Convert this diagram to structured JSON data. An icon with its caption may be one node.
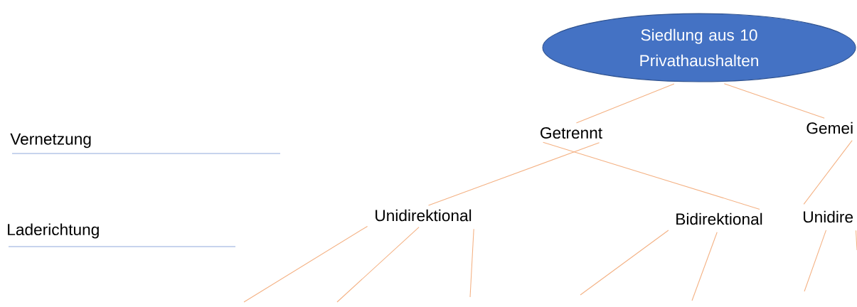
{
  "diagram": {
    "nodes": [
      {
        "text": [
          "Siedlung aus 10 Privathaushalten"
        ]
      },
      {
        "text": [
          "Getrennt"
        ]
      },
      {
        "text": [
          "Gemei"
        ]
      },
      {
        "text": [
          "Unidirektional"
        ]
      },
      {
        "text": [
          "Bidirektional"
        ]
      },
      {
        "text": [
          "Unidire"
        ]
      }
    ],
    "edges": [
      {
        "from": 0,
        "to": 1,
        "arrow": "none"
      },
      {
        "from": 0,
        "to": 2,
        "arrow": "none"
      },
      {
        "from": 1,
        "to": 3,
        "arrow": "none"
      },
      {
        "from": 1,
        "to": 4,
        "arrow": "none"
      },
      {
        "from": 2,
        "to": 5,
        "arrow": "none"
      },
      {
        "from": 3,
        "to": null,
        "arrow": "none"
      },
      {
        "from": 3,
        "to": null,
        "arrow": "none"
      },
      {
        "from": 3,
        "to": null,
        "arrow": "none"
      },
      {
        "from": 4,
        "to": null,
        "arrow": "none"
      },
      {
        "from": 4,
        "to": null,
        "arrow": "none"
      },
      {
        "from": 5,
        "to": null,
        "arrow": "none"
      },
      {
        "from": 5,
        "to": null,
        "arrow": "none"
      }
    ],
    "labels": [
      "Vernetzung",
      "Laderichtung"
    ]
  }
}
